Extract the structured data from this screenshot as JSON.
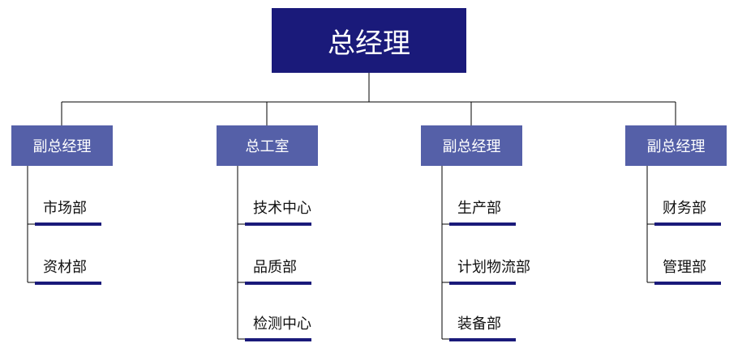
{
  "root": {
    "label": "总经理"
  },
  "departments": [
    {
      "label": "副总经理",
      "children": [
        "市场部",
        "资材部"
      ]
    },
    {
      "label": "总工室",
      "children": [
        "技术中心",
        "品质部",
        "检测中心"
      ]
    },
    {
      "label": "副总经理",
      "children": [
        "生产部",
        "计划物流部",
        "装备部"
      ]
    },
    {
      "label": "副总经理",
      "children": [
        "财务部",
        "管理部"
      ]
    }
  ],
  "colors": {
    "root_fill": "#1a1a7a",
    "department_fill": "#5560a8",
    "leaf_bar": "#1a1a7a",
    "connector": "#000000"
  }
}
